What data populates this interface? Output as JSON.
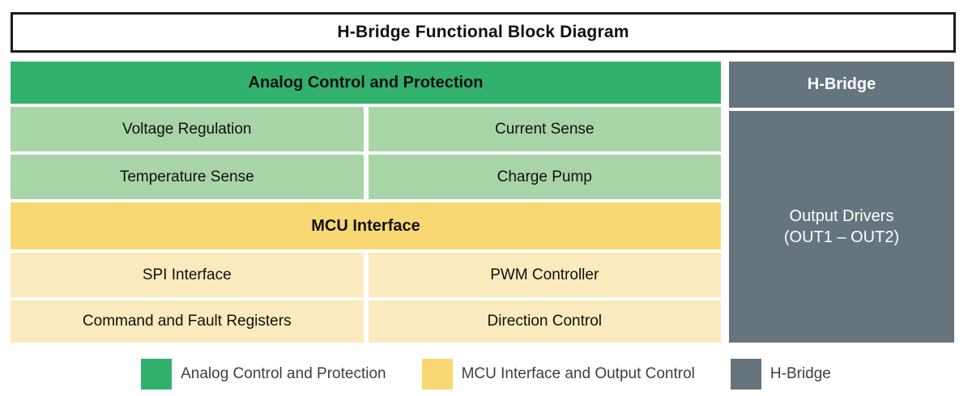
{
  "title": "H-Bridge Functional Block Diagram",
  "colors": {
    "analog_header": "#32b16c",
    "analog_sub": "#a8d5a8",
    "mcu_header": "#f9d873",
    "mcu_sub": "#fbeabe",
    "hbridge": "#66747d",
    "title_border": "#1c1c1c",
    "text_dark": "#101010",
    "text_light": "#ffffff",
    "legend_text": "#3b4045"
  },
  "left_column": {
    "analog_section": {
      "header": "Analog Control and Protection",
      "rows": [
        {
          "left": "Voltage Regulation",
          "right": "Current Sense"
        },
        {
          "left": "Temperature Sense",
          "right": "Charge Pump"
        }
      ]
    },
    "mcu_section": {
      "header": "MCU Interface",
      "rows": [
        {
          "left": "SPI Interface",
          "right": "PWM Controller"
        },
        {
          "left": "Command and Fault Registers",
          "right": "Direction Control"
        }
      ]
    }
  },
  "right_column": {
    "header": "H-Bridge",
    "body_line1": "Output Drivers",
    "body_line2": "(OUT1 – OUT2)"
  },
  "legend": {
    "items": [
      {
        "label": "Analog Control and Protection",
        "color": "#32b16c",
        "swatch_name": "legend-swatch-analog"
      },
      {
        "label": "MCU Interface and Output Control",
        "color": "#f9d873",
        "swatch_name": "legend-swatch-mcu"
      },
      {
        "label": "H-Bridge",
        "color": "#66747d",
        "swatch_name": "legend-swatch-hbridge"
      }
    ]
  }
}
